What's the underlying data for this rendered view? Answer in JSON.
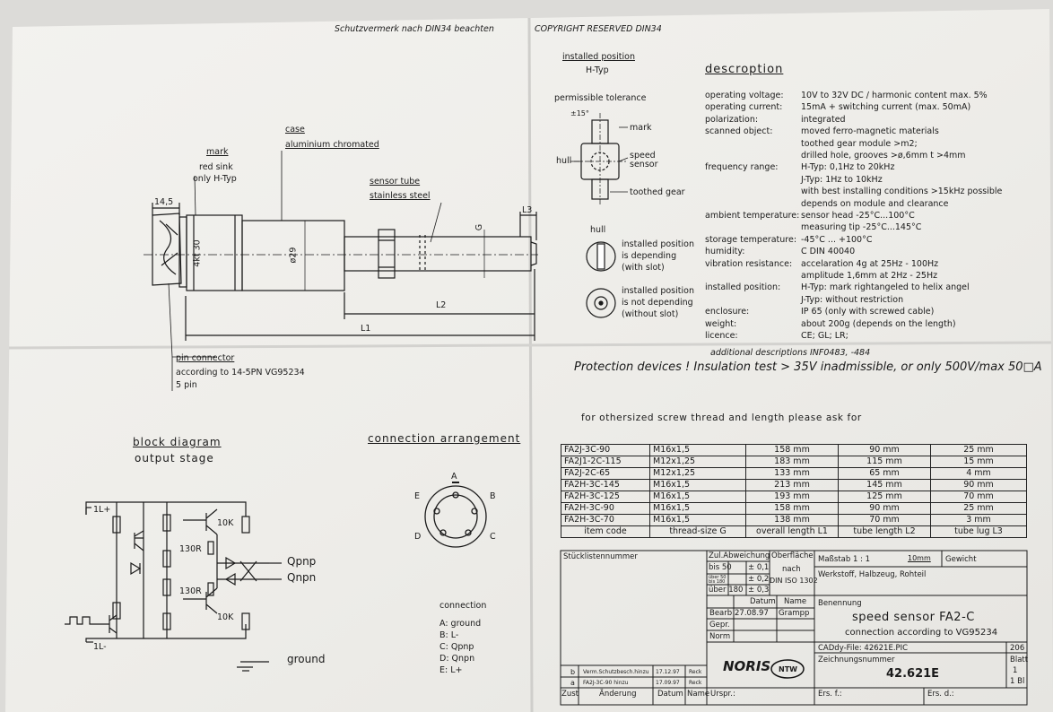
{
  "header": {
    "protection_note": "Schutzvermerk nach DIN34 beachten",
    "copyright": "COPYRIGHT RESERVED DIN34"
  },
  "drawing": {
    "dim_14_5": "14,5",
    "mark": [
      "mark",
      "red sink",
      "only H-Typ"
    ],
    "case": [
      "case",
      "aluminium chromated"
    ],
    "sensor_tube": [
      "sensor tube",
      "stainless steel"
    ],
    "l3": "L3",
    "g": "G",
    "hex": "4kt 30",
    "dia": "ø29",
    "l2": "L2",
    "l1": "L1",
    "pin_connector": [
      "pin connector",
      "according to 14-5PN VG95234",
      "5 pin"
    ]
  },
  "position": {
    "installed_position": "installed position",
    "h_typ": "H-Typ",
    "permissible_tolerance": "permissible tolerance",
    "tol": "±15°",
    "mark": "mark",
    "hull": "hull",
    "speed_sensor": [
      "speed",
      "sensor"
    ],
    "toothed_gear": "toothed gear",
    "hull2": "hull",
    "dep": [
      "installed position",
      "is depending",
      "(with slot)"
    ],
    "indep": [
      "installed position",
      "is not depending",
      "(without slot)"
    ]
  },
  "description": {
    "title": "descroption",
    "specs": [
      {
        "label": "operating voltage:",
        "lines": [
          "10V to 32V DC / harmonic content max. 5%"
        ]
      },
      {
        "label": "operating current:",
        "lines": [
          "15mA + switching current (max. 50mA)"
        ]
      },
      {
        "label": "polarization:",
        "lines": [
          "integrated"
        ]
      },
      {
        "label": "scanned object:",
        "lines": [
          "moved ferro-magnetic materials",
          "toothed gear module >m2;",
          "drilled hole, grooves >ø,6mm t >4mm"
        ]
      },
      {
        "label": "frequency range:",
        "lines": [
          "H-Typ: 0,1Hz to 20kHz",
          "J-Typ: 1Hz to 10kHz",
          "with best installing conditions >15kHz possible",
          "depends on module and clearance"
        ]
      },
      {
        "label": "ambient temperature:",
        "lines": [
          "sensor head -25°C...100°C",
          "measuring tip  -25°C...145°C"
        ]
      },
      {
        "label": "storage temperature:",
        "lines": [
          "-45°C ... +100°C"
        ]
      },
      {
        "label": "humidity:",
        "lines": [
          "C DIN 40040"
        ]
      },
      {
        "label": "vibration resistance:",
        "lines": [
          "accelaration 4g at 25Hz - 100Hz",
          "amplitude 1,6mm at 2Hz - 25Hz"
        ]
      },
      {
        "label": "installed position:",
        "lines": [
          "H-Typ: mark rightangeled to helix angel",
          "J-Typ: without restriction"
        ]
      },
      {
        "label": "enclosure:",
        "lines": [
          "IP 65 (only with screwed cable)"
        ]
      },
      {
        "label": "weight:",
        "lines": [
          "about 200g (depends on the length)"
        ]
      },
      {
        "label": "licence:",
        "lines": [
          "CE; GL; LR;"
        ]
      }
    ],
    "additional": "additional descriptions INF0483, -484",
    "protection": "Protection devices ! Insulation test > 35V inadmissible, or only 500V/max 50□A",
    "oversized": "for othersized screw thread and length please ask for"
  },
  "items_table": {
    "rows": [
      [
        "FA2J-3C-90",
        "M16x1,5",
        "158  mm",
        "90  mm",
        "25  mm"
      ],
      [
        "FA2J1-2C-115",
        "M12x1,25",
        "183  mm",
        "115  mm",
        "15  mm"
      ],
      [
        "FA2J-2C-65",
        "M12x1,25",
        "133  mm",
        "65  mm",
        "4  mm"
      ],
      [
        "FA2H-3C-145",
        "M16x1,5",
        "213  mm",
        "145  mm",
        "90  mm"
      ],
      [
        "FA2H-3C-125",
        "M16x1,5",
        "193  mm",
        "125  mm",
        "70  mm"
      ],
      [
        "FA2H-3C-90",
        "M16x1,5",
        "158  mm",
        "90  mm",
        "25  mm"
      ],
      [
        "FA2H-3C-70",
        "M16x1,5",
        "138  mm",
        "70  mm",
        "3  mm"
      ]
    ],
    "headers": [
      "item code",
      "thread-size G",
      "overall length L1",
      "tube length L2",
      "tube lug L3"
    ]
  },
  "block": {
    "title": [
      "block diagram",
      "output stage"
    ],
    "l_plus": "1L+",
    "l_minus": "1L-",
    "r10k_a": "10K",
    "r10k_b": "10K",
    "r130_a": "130R",
    "r130_b": "130R",
    "qpnp": "Qpnp",
    "qnpn": "Qnpn",
    "ground": "ground"
  },
  "connection": {
    "title": "connection arrangement",
    "pins": [
      "A",
      "B",
      "C",
      "D",
      "E"
    ],
    "legend_title": "connection",
    "legend": [
      "A: ground",
      "B: L-",
      "C: Qpnp",
      "D: Qnpn",
      "E: L+"
    ]
  },
  "title_block": {
    "stueckliste": "Stücklistennummer",
    "zul": "Zul.Abweichung",
    "ober": "Oberfläche",
    "bis50": "bis  50",
    "t01": "± 0,1",
    "uber": "über  50 bis 180",
    "t02": "± 0,2",
    "uber180": "über 180",
    "t03": "± 0,3",
    "nach": [
      "nach",
      "DIN ISO 1302"
    ],
    "massstab": "Maßstab 1 : 1",
    "tenmm": "10mm",
    "gewicht": "Gewicht",
    "werkstoff": "Werkstoff, Halbzeug, Rohteil",
    "datum": "Datum",
    "name": "Name",
    "bearb": "Bearb",
    "bearb_date": "27.08.97",
    "bearb_name": "Grampp",
    "gepr": "Gepr.",
    "norm": "Norm",
    "benennung": "Benennung",
    "product": "speed sensor FA2-C",
    "product_sub": "connection according to VG95234",
    "cad": "CADdy-File: 42621E.PIC",
    "sheet_no": "206",
    "zeichnung": "Zeichnungsnummer",
    "drawing_no": "42.621E",
    "blatt": "Blatt",
    "blatt1": "1",
    "blatt_of": "1  Bl",
    "logo": "NORIS",
    "logo_mark": "NTW",
    "changes": [
      [
        "b",
        "Verm.Schutzbesch.hinzu",
        "17.12.97",
        "Reck"
      ],
      [
        "a",
        "FA2J-3C-90 hinzu",
        "17.09.97",
        "Reck"
      ]
    ],
    "footer": [
      "Zust",
      "Änderung",
      "Datum",
      "Name",
      "Urspr.:",
      "Ers. f.:",
      "Ers. d.:"
    ]
  }
}
